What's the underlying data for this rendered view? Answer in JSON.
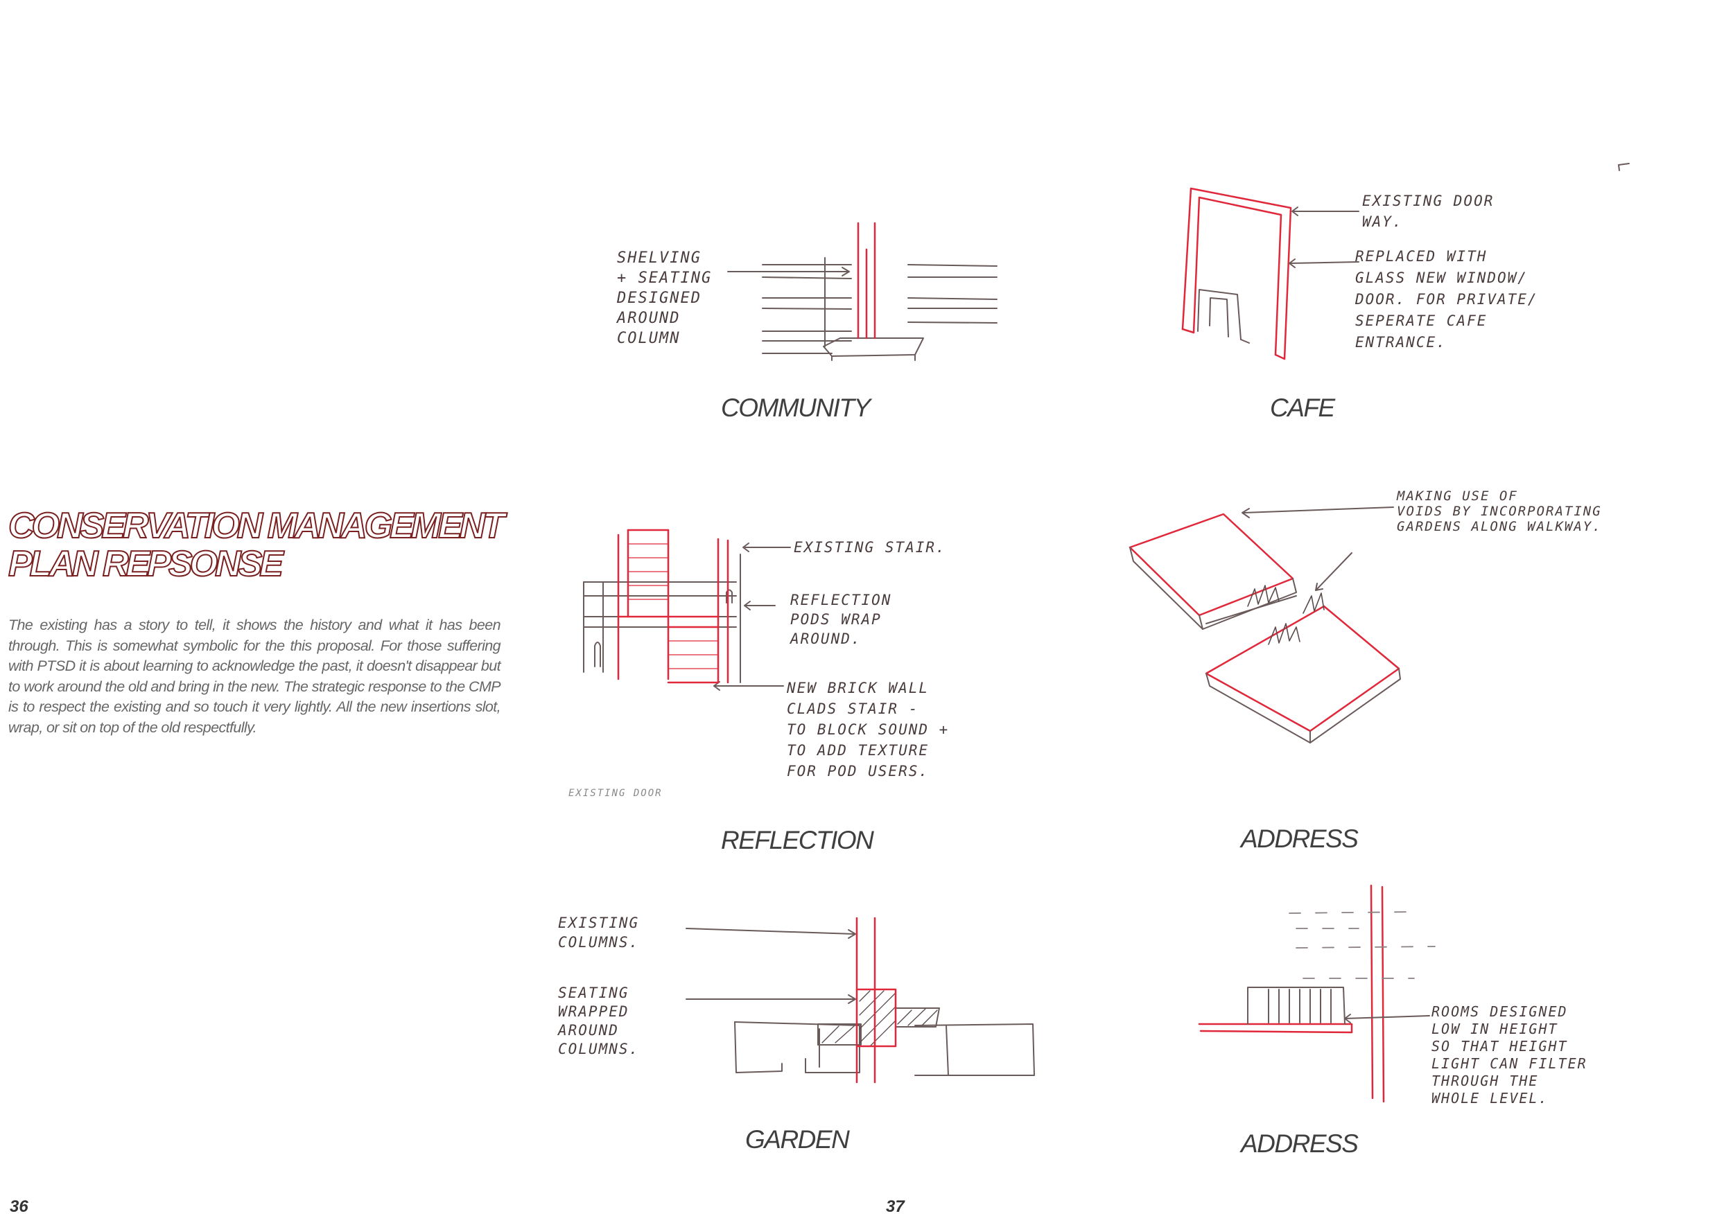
{
  "left_page": {
    "heading_line1": "CONSERVATION MANAGEMENT",
    "heading_line2": "PLAN REPSONSE",
    "body": "The existing has a story to tell, it shows the history and what it has been through. This is somewhat symbolic for the this proposal. For those suffering with PTSD it is about learning to acknowledge the past, it doesn't disappear but to work around the old and bring in the new. The strategic response to the CMP is to respect the existing and so touch it very lightly. All the new insertions slot, wrap, or sit on top of the old respectfully.",
    "page_number": "36"
  },
  "right_page": {
    "page_number": "37",
    "sketches": {
      "community": {
        "caption": "COMMUNITY",
        "note": "SHELVING\n+ SEATING\nDESIGNED\nAROUND\nCOLUMN"
      },
      "cafe": {
        "caption": "CAFE",
        "note1": "EXISTING DOOR\nWAY.",
        "note2": "REPLACED WITH\nGLASS NEW WINDOW/\nDOOR. FOR PRIVATE/\nSEPERATE CAFE\nENTRANCE."
      },
      "reflection": {
        "caption": "REFLECTION",
        "note1": "EXISTING STAIR.",
        "note2": "REFLECTION\nPODS WRAP\nAROUND.",
        "note3": "NEW BRICK WALL\nCLADS STAIR -\nTO BLOCK SOUND +\nTO ADD TEXTURE\nFOR POD USERS.",
        "note4": "EXISTING DOOR"
      },
      "address_top": {
        "caption": "ADDRESS",
        "note": "MAKING USE OF\nVOIDS BY INCORPORATING\nGARDENS ALONG WALKWAY."
      },
      "garden": {
        "caption": "GARDEN",
        "note1": "EXISTING\nCOLUMNS.",
        "note2": "SEATING\nWRAPPED\nAROUND\nCOLUMNS."
      },
      "address_bottom": {
        "caption": "ADDRESS",
        "note": "ROOMS DESIGNED\nLOW IN HEIGHT\nSO THAT HEIGHT\nLIGHT CAN FILTER\nTHROUGH THE\nWHOLE LEVEL."
      }
    }
  },
  "colors": {
    "heading_outline": "#7a2020",
    "sketch_red": "#e0283a",
    "sketch_pen": "#5a4a4a"
  }
}
